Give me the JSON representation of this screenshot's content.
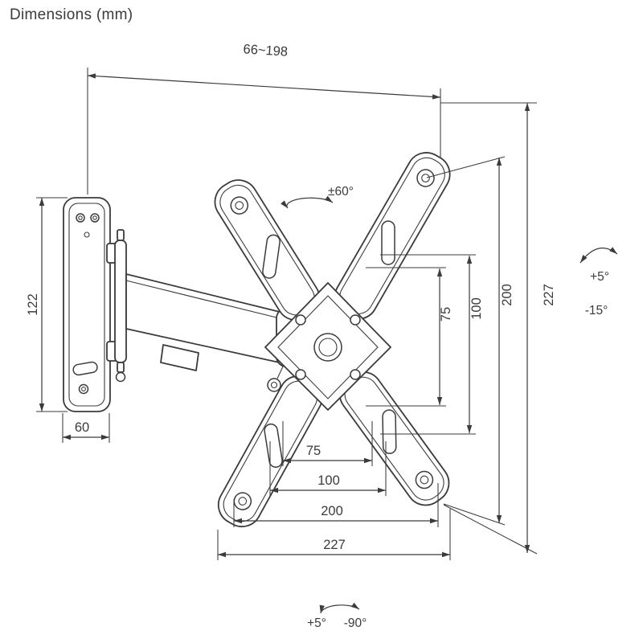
{
  "title": "Dimensions (mm)",
  "colors": {
    "ink": "#3b3b3b",
    "background": "#ffffff"
  },
  "diagram": {
    "dims": {
      "arm_extension": "66~198",
      "overall_height": "227",
      "hole_height_200": "200",
      "hole_height_100": "100",
      "hole_height_75": "75",
      "hole_width_75": "75",
      "hole_width_100": "100",
      "hole_width_200": "200",
      "overall_width": "227",
      "wall_plate_height": "122",
      "wall_plate_width": "60"
    },
    "angles": {
      "swivel": "±60°",
      "tilt_up": "+5°",
      "tilt_down": "-15°",
      "rotation_cw": "+5°",
      "rotation_ccw": "-90°"
    }
  }
}
